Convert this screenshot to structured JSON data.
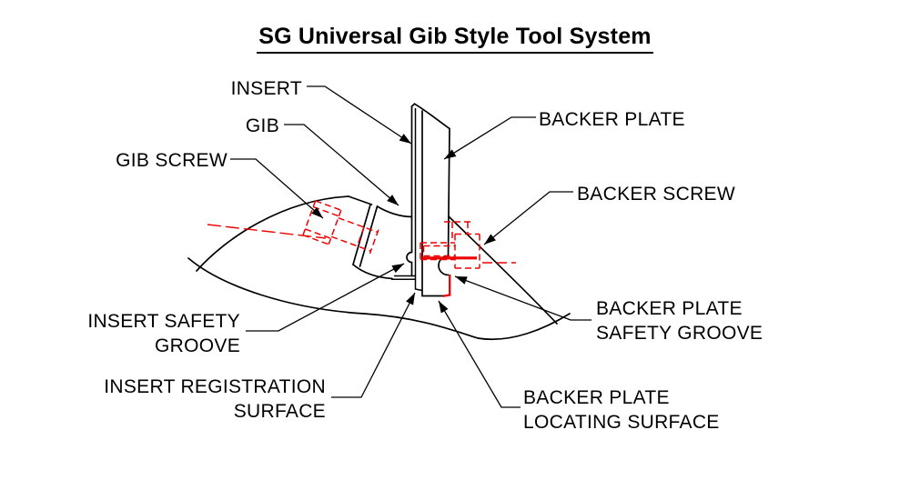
{
  "title": "SG Universal Gib Style Tool System",
  "colors": {
    "line": "#000000",
    "highlight": "#ee0000",
    "background": "#ffffff"
  },
  "labels": {
    "insert": {
      "text": "INSERT"
    },
    "gib": {
      "text": "GIB"
    },
    "gib_screw": {
      "text": "GIB SCREW"
    },
    "backer_plate": {
      "text": "BACKER PLATE"
    },
    "backer_screw": {
      "text": "BACKER SCREW"
    },
    "insert_safety_groove": {
      "text": "INSERT SAFETY\nGROOVE"
    },
    "insert_registration_surface": {
      "text": "INSERT REGISTRATION\nSURFACE"
    },
    "backer_plate_safety_groove": {
      "text": "BACKER PLATE\nSAFETY GROOVE"
    },
    "backer_plate_locating_surface": {
      "text": "BACKER PLATE\nLOCATING SURFACE"
    }
  }
}
